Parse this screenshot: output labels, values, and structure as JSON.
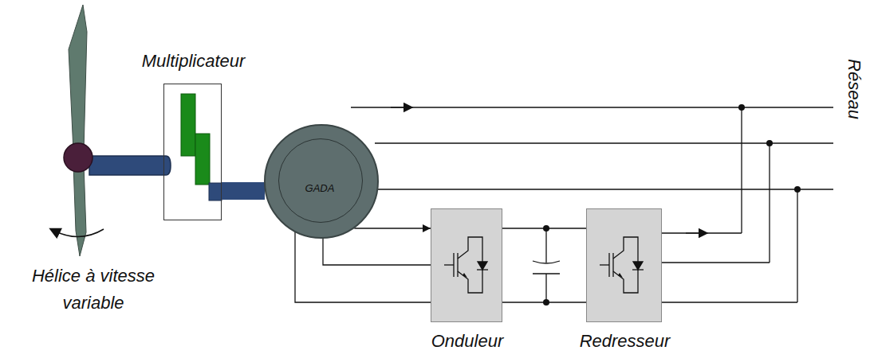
{
  "diagram": {
    "nodes": [
      {
        "text": [
          "Multiplicateur"
        ]
      },
      {
        "text": [
          "GADA"
        ]
      },
      {
        "text": [
          "Onduleur"
        ]
      },
      {
        "text": [
          "Redresseur"
        ]
      }
    ],
    "edges": [
      {
        "from": 0,
        "to": 1,
        "arrow": "none"
      },
      {
        "from": 1,
        "to": 2,
        "arrow": "to"
      },
      {
        "from": 2,
        "to": 3,
        "arrow": "none"
      }
    ],
    "labels": [
      "Hélice à vitesse variable",
      "Réseau"
    ]
  }
}
